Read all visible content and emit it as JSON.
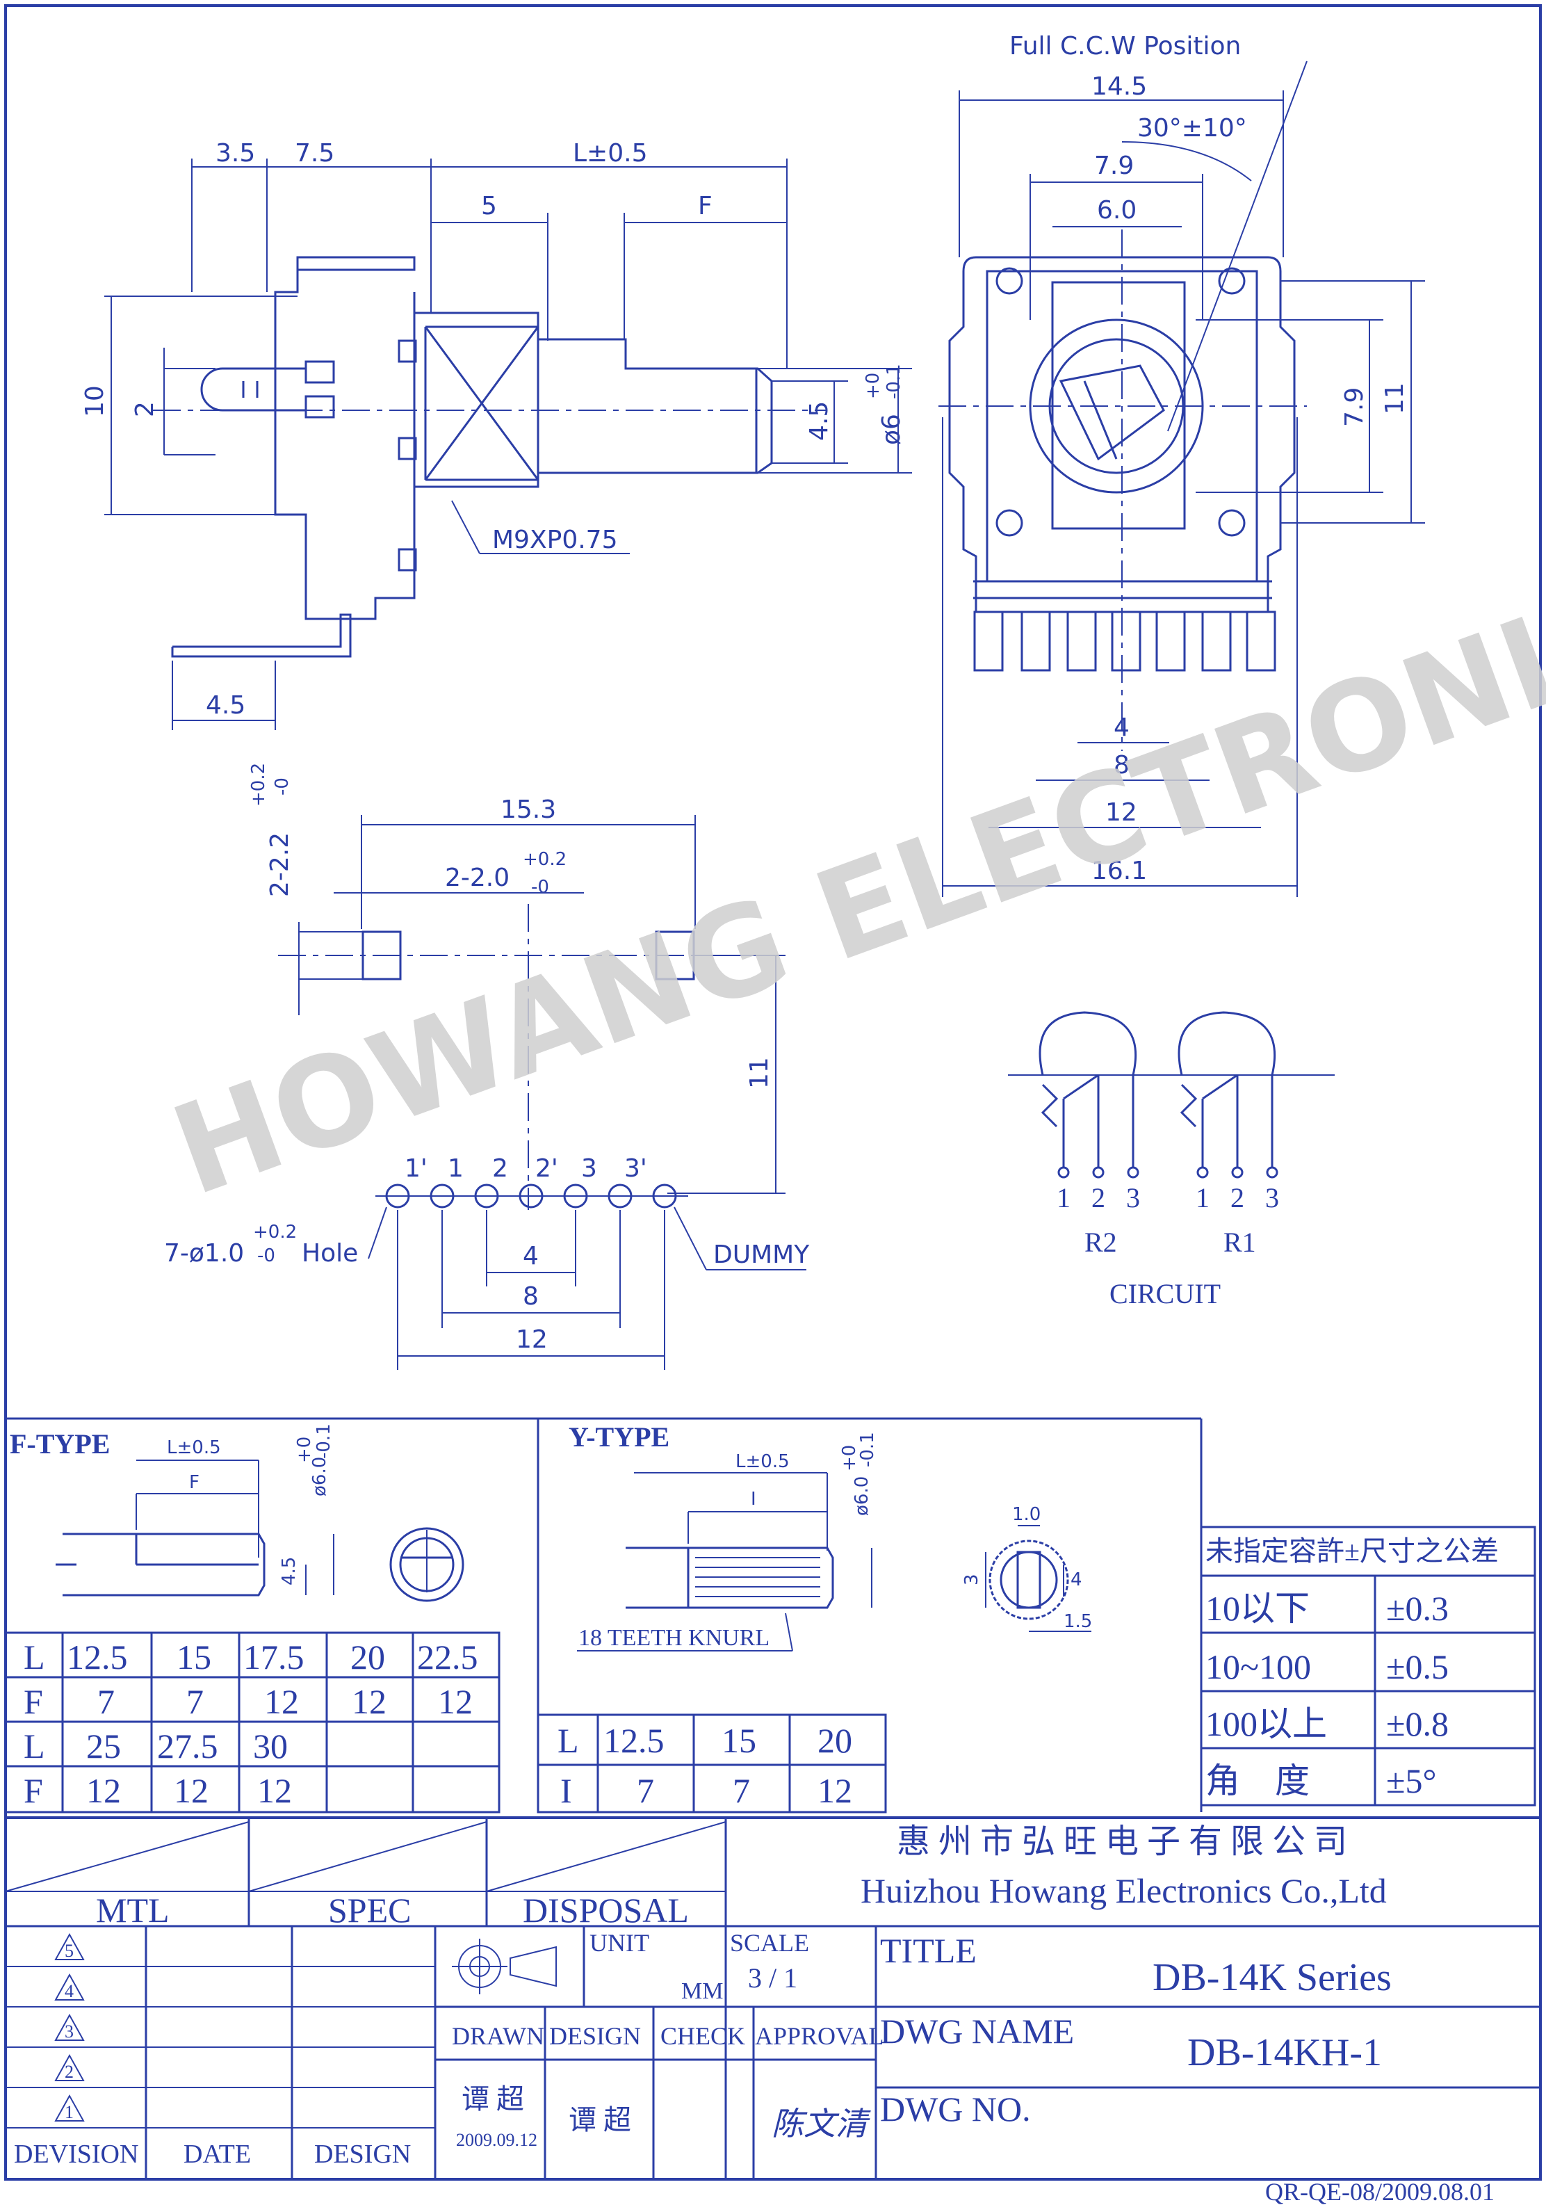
{
  "watermark": "HOWANG ELECTRONICS",
  "colors": {
    "ink": "#2b3ea6",
    "watermark": "#cfcfcf"
  },
  "side_view": {
    "dims": {
      "d1": "3.5",
      "d2": "7.5",
      "length": "L±0.5",
      "d5": "5",
      "f": "F",
      "height": "10",
      "pin_gap": "2",
      "shaft_flat": "4.5",
      "shaft_dia_tol": "+0",
      "shaft_dia_tol2": "-0.1",
      "shaft_dia": "ø6",
      "thread": "M9XP0.75",
      "bracket": "4.5"
    }
  },
  "front_view": {
    "title": "Full C.C.W Position",
    "dims": {
      "width": "14.5",
      "angle": "30°±10°",
      "d79": "7.9",
      "d60": "6.0",
      "v79": "7.9",
      "v11": "11",
      "p4": "4",
      "p8": "8",
      "p12": "12",
      "p161": "16.1"
    }
  },
  "footprint": {
    "dims": {
      "hole_tol": "+0.2",
      "hole_tol2": "-0",
      "hole_pos": "2-2.2",
      "span": "15.3",
      "hole_tol3": "+0.2",
      "hole_tol4": "-0",
      "hole2": "2-2.0",
      "d11": "11",
      "p4": "4",
      "p8": "8",
      "p12": "12"
    },
    "pin_labels": [
      "1'",
      "1",
      "2",
      "2'",
      "3",
      "3'"
    ],
    "hole_note_a": "7-ø1.0",
    "hole_note_tol": "+0.2",
    "hole_note_tol2": "-0",
    "hole_note_b": "Hole",
    "dummy": "DUMMY"
  },
  "circuit": {
    "pins": [
      "1",
      "2",
      "3"
    ],
    "r2": "R2",
    "r1": "R1",
    "label": "CIRCUIT"
  },
  "f_type": {
    "title": "F-TYPE",
    "l": "L±0.5",
    "f": "F",
    "dia": "ø6.0",
    "dia_tol": "+0",
    "dia_tol2": "-0.1",
    "flat": "4.5",
    "table": [
      [
        "L",
        "12.5",
        "15",
        "17.5",
        "20",
        "22.5"
      ],
      [
        "F",
        "7",
        "7",
        "12",
        "12",
        "12"
      ],
      [
        "L",
        "25",
        "27.5",
        "30",
        "",
        ""
      ],
      [
        "F",
        "12",
        "12",
        "12",
        "",
        ""
      ]
    ]
  },
  "y_type": {
    "title": "Y-TYPE",
    "l": "L±0.5",
    "i": "I",
    "dia": "ø6.0",
    "dia_tol": "+0",
    "dia_tol2": "-0.1",
    "knurl": "18 TEETH KNURL",
    "d10": "1.0",
    "d3": "3",
    "d4": "4",
    "d15": "1.5",
    "table": [
      [
        "L",
        "12.5",
        "15",
        "20"
      ],
      [
        "I",
        "7",
        "7",
        "12"
      ]
    ]
  },
  "tolerance": {
    "header": "未指定容許±尺寸之公差",
    "rows": [
      [
        "10以下",
        "±0.3"
      ],
      [
        "10~100",
        "±0.5"
      ],
      [
        "100以上",
        "±0.8"
      ],
      [
        "角　度",
        "±5°"
      ]
    ]
  },
  "title_block": {
    "mtl": "MTL",
    "spec": "SPEC",
    "disposal": "DISPOSAL",
    "company_cn": "惠 州 市 弘 旺 电 子 有 限 公 司",
    "company_en": "Huizhou Howang Electronics Co.,Ltd",
    "revisions": [
      "5",
      "4",
      "3",
      "2",
      "1"
    ],
    "rev_headers": [
      "DEVISION",
      "DATE",
      "DESIGN"
    ],
    "unit_label": "UNIT",
    "unit": "MM",
    "scale_label": "SCALE",
    "scale": "3 / 1",
    "title_label": "TITLE",
    "title": "DB-14K Series",
    "dwg_name_label": "DWG NAME",
    "dwg_name": "DB-14KH-1",
    "dwg_no_label": "DWG NO.",
    "roles": [
      "DRAWN",
      "DESIGN",
      "CHECK",
      "APPROVAL"
    ],
    "drawn_by": "谭 超",
    "drawn_date": "2009.09.12",
    "design_by": "谭 超",
    "approval_sig": "陈文清"
  },
  "footer_code": "QR-QE-08/2009.08.01"
}
